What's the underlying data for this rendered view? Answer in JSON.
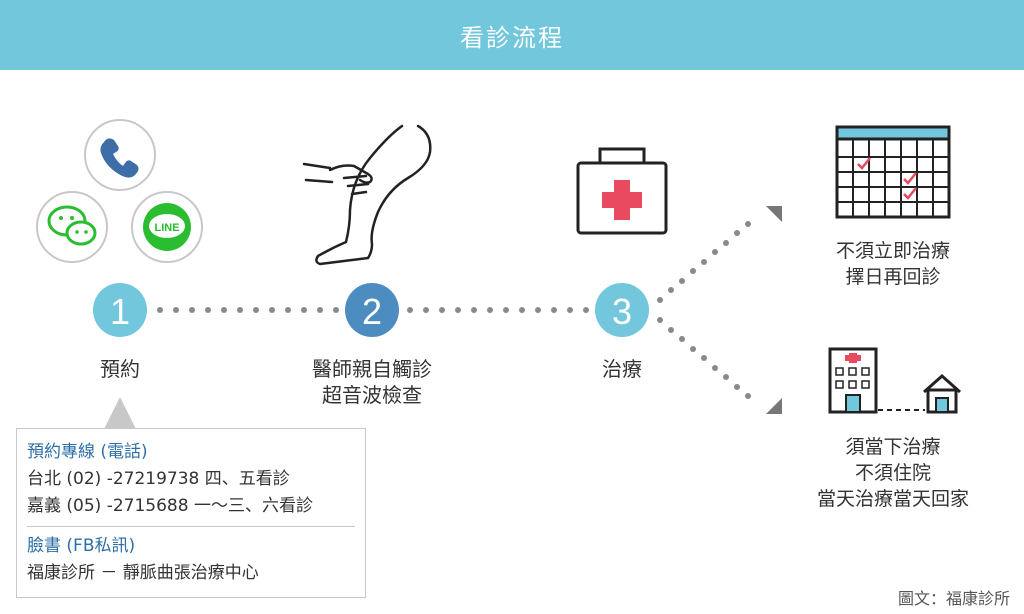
{
  "title": "看診流程",
  "steps": [
    {
      "number": "1",
      "label": "預約"
    },
    {
      "number": "2",
      "label_line1": "醫師親自觸診",
      "label_line2": "超音波檢查"
    },
    {
      "number": "3",
      "label": "治療"
    }
  ],
  "line_icon_text": "LINE",
  "outcomes": {
    "upper": {
      "line1": "不須立即治療",
      "line2": "擇日再回診"
    },
    "lower": {
      "line1": "須當下治療",
      "line2": "不須住院",
      "line3": "當天治療當天回家"
    }
  },
  "info": {
    "phone_heading": "預約專線 (電話)",
    "row1": "台北 (02) -27219738  四、五看診",
    "row2": "嘉義 (05) -2715688    一～三、六看診",
    "fb_heading": "臉書 (FB私訊)",
    "fb_text": "福康診所 － 靜脈曲張治療中心"
  },
  "credit": "圖文：福康診所",
  "colors": {
    "header": "#72c7dd",
    "step1": "#72c7dd",
    "step2": "#4d8cc0",
    "step3": "#72c7dd",
    "line_green": "#2bbd30",
    "phone_blue": "#3d6ea8",
    "cross_red": "#e84a5f"
  }
}
